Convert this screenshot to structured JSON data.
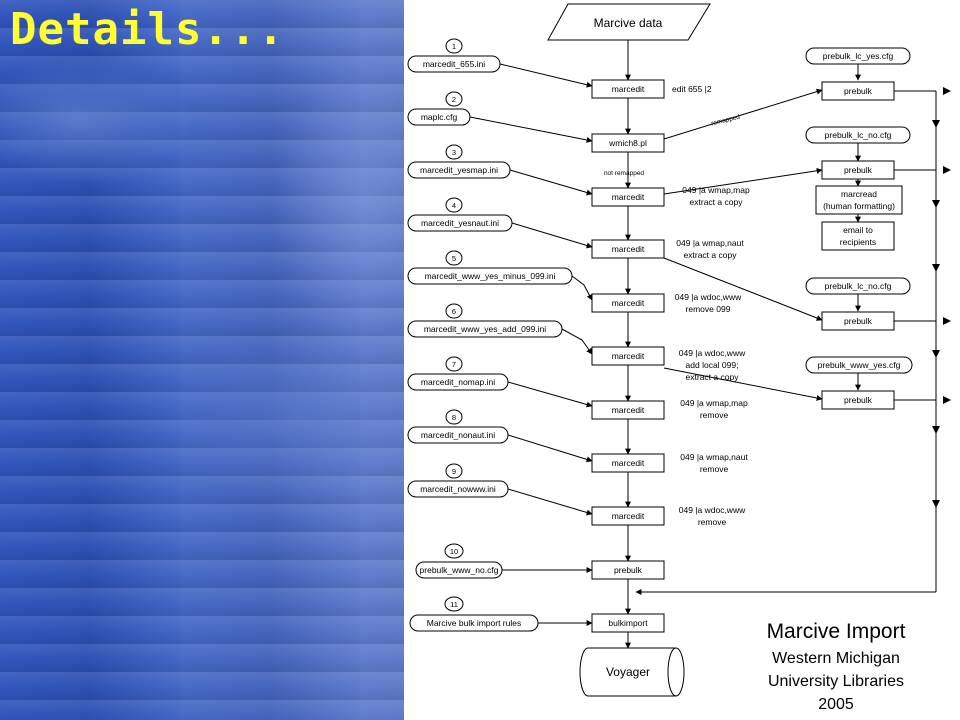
{
  "slide": {
    "title": "Details..."
  },
  "diagram": {
    "source_node": "Marcive data",
    "end_node": "Voyager",
    "config_files": [
      {
        "number": "1",
        "name": "marcedit_655.ini"
      },
      {
        "number": "2",
        "name": "maplc.cfg"
      },
      {
        "number": "3",
        "name": "marcedit_yesmap.ini"
      },
      {
        "number": "4",
        "name": "marcedit_yesnaut.ini"
      },
      {
        "number": "5",
        "name": "marcedit_www_yes_minus_099.ini"
      },
      {
        "number": "6",
        "name": "marcedit_www_yes_add_099.ini"
      },
      {
        "number": "7",
        "name": "marcedit_nomap.ini"
      },
      {
        "number": "8",
        "name": "marcedit_nonaut.ini"
      },
      {
        "number": "9",
        "name": "marcedit_nowww.ini"
      },
      {
        "number": "10",
        "name": "prebulk_www_no.cfg"
      },
      {
        "number": "11",
        "name": "Marcive bulk import rules"
      }
    ],
    "main_steps": [
      {
        "label": "marcedit",
        "note": [
          "edit 655 |2"
        ]
      },
      {
        "label": "wmich8.pl",
        "note": []
      },
      {
        "label": "marcedit",
        "note": [
          "049 |a wmap,map",
          "extract a copy"
        ]
      },
      {
        "label": "marcedit",
        "note": [
          "049 |a wmap,naut",
          "extract a copy"
        ]
      },
      {
        "label": "marcedit",
        "note": [
          "049 |a wdoc,www",
          "remove 099"
        ]
      },
      {
        "label": "marcedit",
        "note": [
          "049 |a wdoc,www",
          "add local 099;",
          "extract a copy"
        ]
      },
      {
        "label": "marcedit",
        "note": [
          "049 |a wmap,map",
          "remove"
        ]
      },
      {
        "label": "marcedit",
        "note": [
          "049 |a wmap,naut",
          "remove"
        ]
      },
      {
        "label": "marcedit",
        "note": [
          "049 |a wdoc,www",
          "remove"
        ]
      },
      {
        "label": "prebulk",
        "note": []
      },
      {
        "label": "bulkimport",
        "note": []
      }
    ],
    "edge_labels": {
      "remapped": "remapped",
      "not_remapped": "not remapped"
    },
    "side_configs": [
      "prebulk_lc_yes.cfg",
      "prebulk_lc_no.cfg",
      "prebulk_lc_no.cfg",
      "prebulk_www_yes.cfg"
    ],
    "side_steps": {
      "prebulk": "prebulk",
      "marcread": [
        "marcread",
        "(human formatting)"
      ],
      "email": [
        "email to",
        "recipients"
      ]
    },
    "caption": [
      "Marcive Import",
      "Western Michigan",
      "University Libraries",
      "2005"
    ]
  }
}
